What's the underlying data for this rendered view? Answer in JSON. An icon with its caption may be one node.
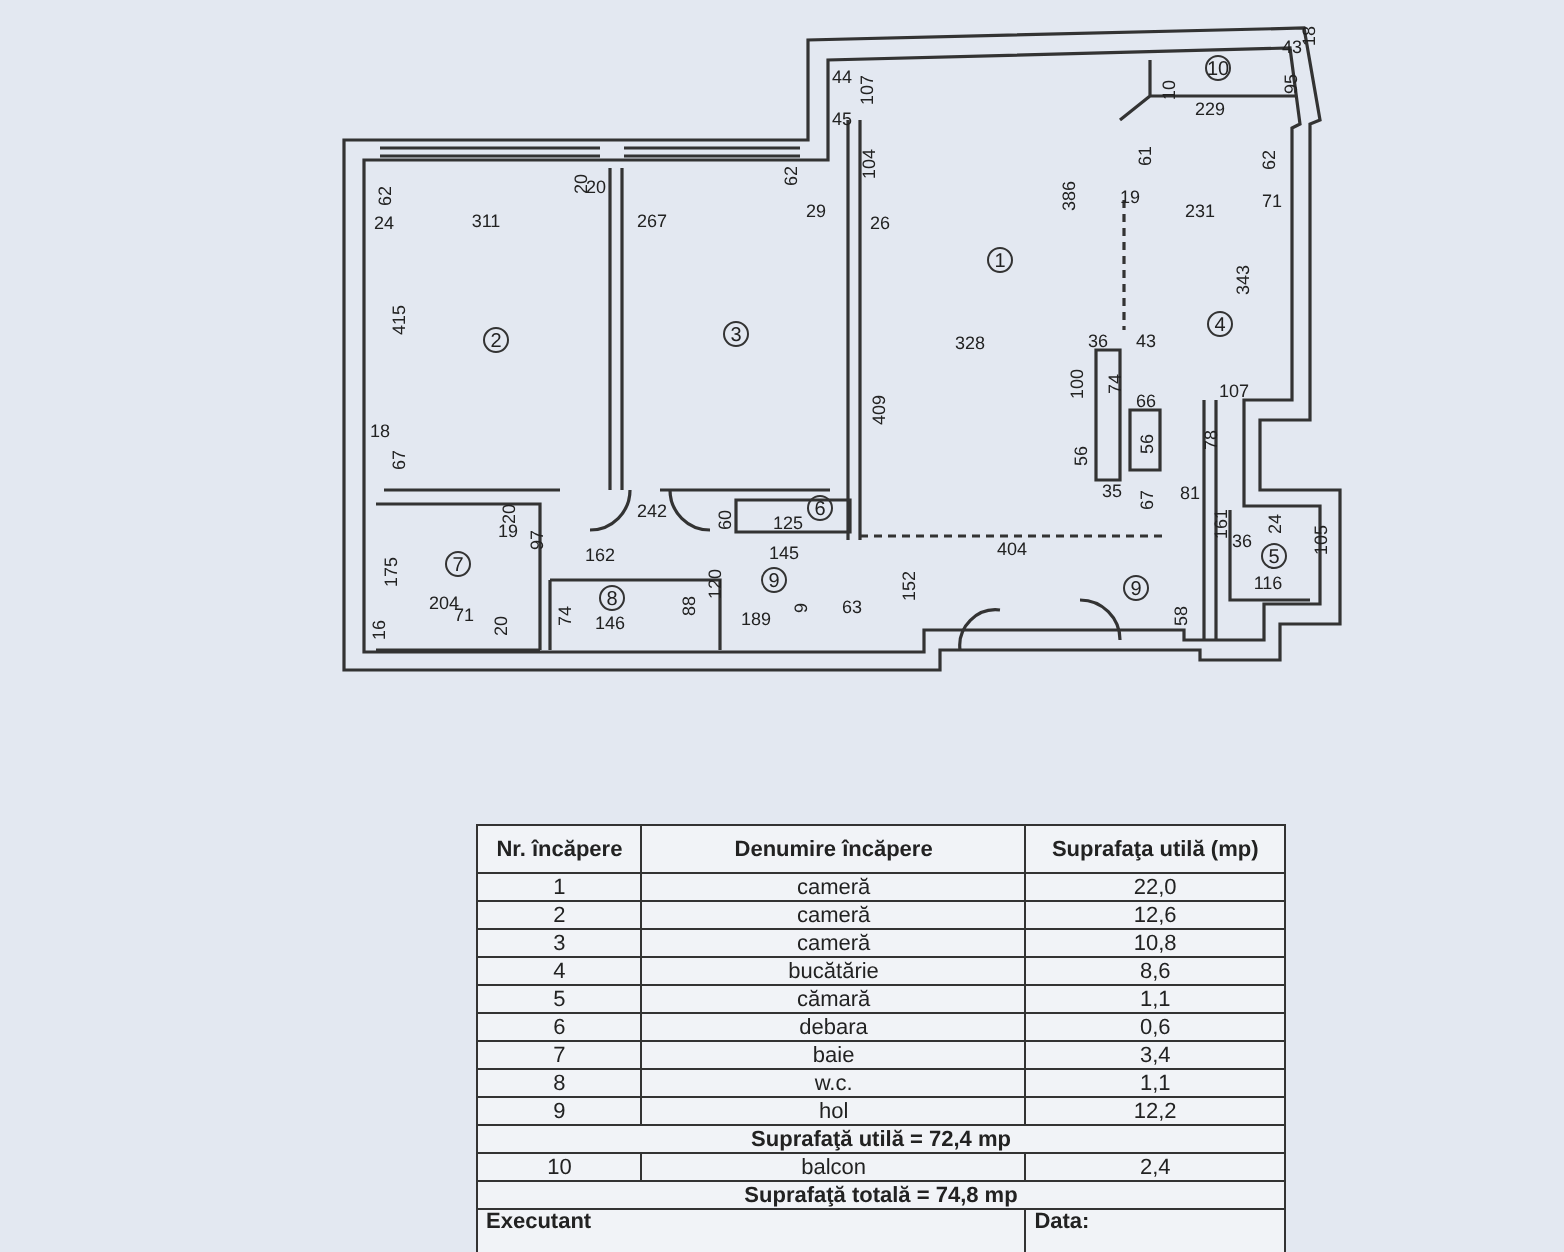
{
  "diagram": {
    "labels": [
      "18",
      "43",
      "44",
      "10",
      "10",
      "107",
      "95",
      "229",
      "45",
      "61",
      "104",
      "62",
      "20",
      "20",
      "62",
      "62",
      "386",
      "19",
      "71",
      "29",
      "231",
      "24",
      "311",
      "267",
      "26",
      "1",
      "343",
      "415",
      "2",
      "3",
      "328",
      "36",
      "43",
      "4",
      "100",
      "74",
      "107",
      "66",
      "409",
      "18",
      "67",
      "56",
      "35",
      "56",
      "78",
      "20",
      "242",
      "60",
      "125",
      "6",
      "67",
      "81",
      "19",
      "97",
      "162",
      "145",
      "404",
      "161",
      "36",
      "24",
      "5",
      "105",
      "175",
      "7",
      "120",
      "9",
      "152",
      "9",
      "116",
      "16",
      "204",
      "71",
      "20",
      "74",
      "146",
      "8",
      "88",
      "189",
      "9",
      "63",
      "58",
      "Nr. încăpere",
      "Denumire încăpere",
      "Suprafaţa utilă (mp)",
      "1",
      "cameră",
      "22,0",
      "2",
      "cameră",
      "12,6",
      "3",
      "cameră",
      "10,8",
      "4",
      "bucătărie",
      "8,6",
      "5",
      "cămară",
      "1,1",
      "6",
      "debara",
      "0,6",
      "7",
      "baie",
      "3,4",
      "8",
      "w.c.",
      "1,1",
      "9",
      "hol",
      "12,2",
      "Suprafaţă utilă = 72,4 mp",
      "10",
      "balcon",
      "2,4",
      "Suprafaţă totală = 74,8 mp",
      "Executant",
      "Data:"
    ]
  }
}
